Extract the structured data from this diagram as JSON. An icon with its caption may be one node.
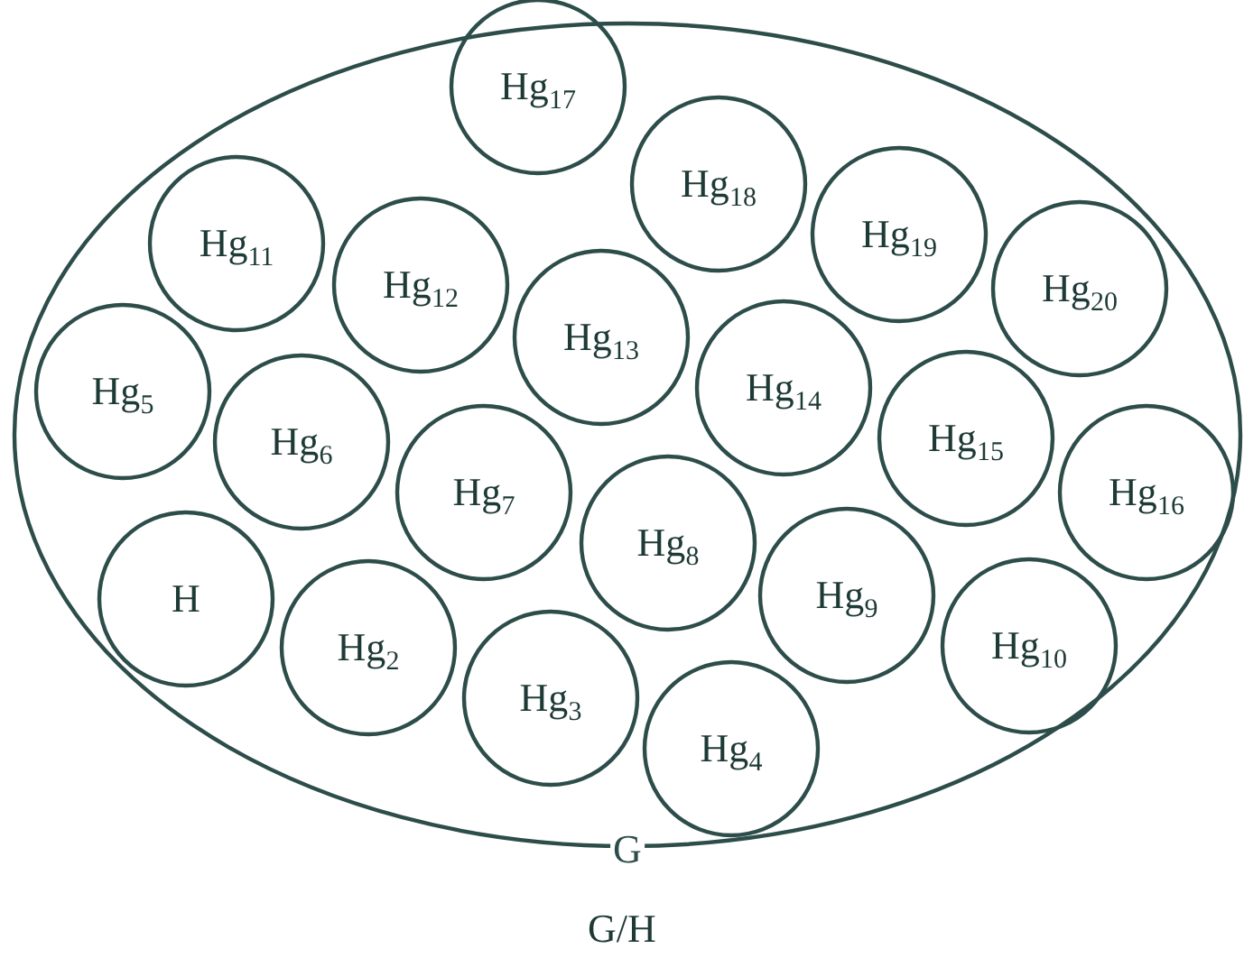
{
  "diagram": {
    "caption": "G/H",
    "nodes": [
      {
        "text": [
          "G"
        ]
      },
      {
        "text": [
          "Hg$_{17}$"
        ]
      },
      {
        "text": [
          "Hg$_{18}$"
        ],
        "in": 0
      },
      {
        "text": [
          "Hg$_{11}$"
        ],
        "in": 0
      },
      {
        "text": [
          "Hg$_{19}$"
        ],
        "in": 0
      },
      {
        "text": [
          "Hg$_{12}$"
        ],
        "in": 0
      },
      {
        "text": [
          "Hg$_{20}$"
        ],
        "in": 0
      },
      {
        "text": [
          "Hg$_{13}$"
        ],
        "in": 0
      },
      {
        "text": [
          "Hg$_{5}$"
        ],
        "in": 0
      },
      {
        "text": [
          "Hg$_{14}$"
        ],
        "in": 0
      },
      {
        "text": [
          "Hg$_{6}$"
        ],
        "in": 0
      },
      {
        "text": [
          "Hg$_{15}$"
        ],
        "in": 0
      },
      {
        "text": [
          "Hg$_{7}$"
        ],
        "in": 0
      },
      {
        "text": [
          "Hg$_{16}$"
        ],
        "in": 0
      },
      {
        "text": [
          "Hg$_{8}$"
        ],
        "in": 0
      },
      {
        "text": [
          "H"
        ],
        "in": 0
      },
      {
        "text": [
          "Hg$_{9}$"
        ],
        "in": 0
      },
      {
        "text": [
          "Hg$_{2}$"
        ],
        "in": 0
      },
      {
        "text": [
          "Hg$_{10}$"
        ],
        "in": 0
      },
      {
        "text": [
          "Hg$_{3}$"
        ],
        "in": 0
      },
      {
        "text": [
          "Hg$_{4}$"
        ],
        "in": 0
      }
    ]
  }
}
